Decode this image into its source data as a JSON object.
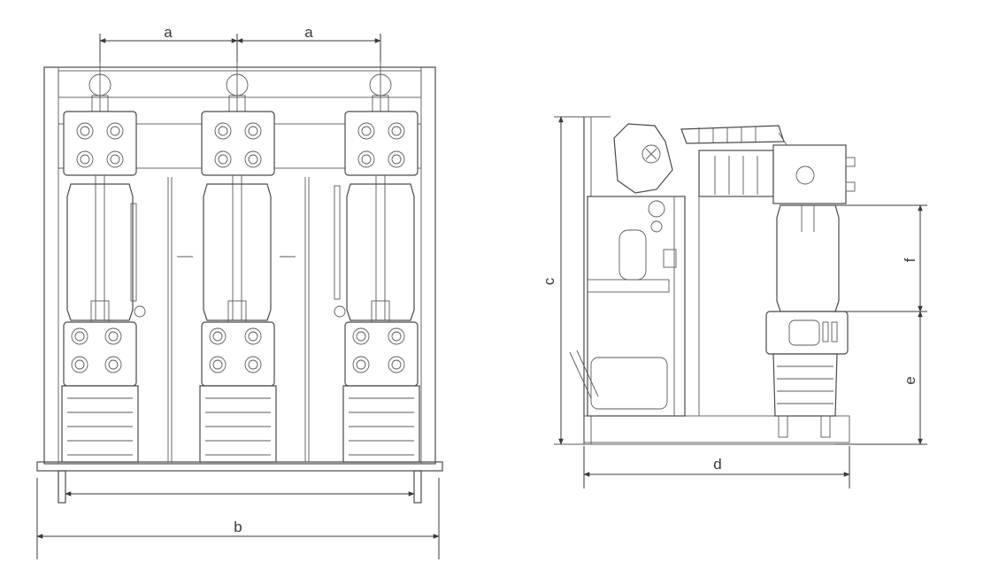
{
  "labels": {
    "pole_spacing_left": "a",
    "pole_spacing_right": "a",
    "overall_width": "b",
    "overall_height": "c",
    "depth": "d",
    "lower_terminal_height": "e",
    "upper_terminal_height": "f"
  },
  "colors": {
    "line": "#4a4a4a",
    "background": "#ffffff"
  }
}
